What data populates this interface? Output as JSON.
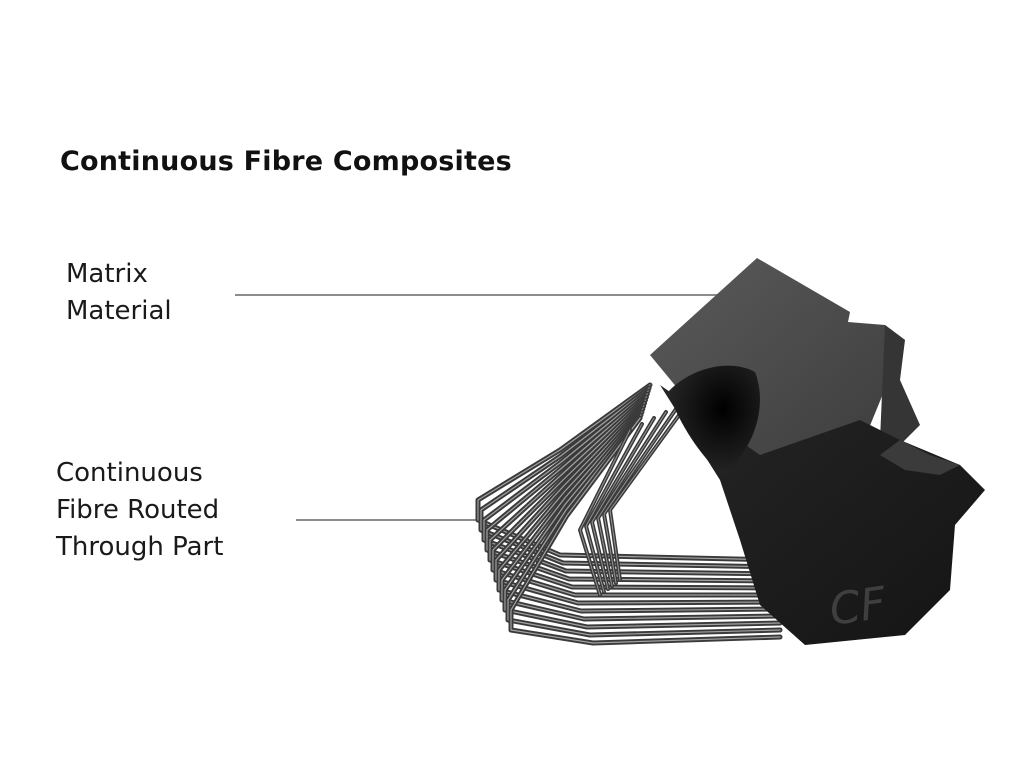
{
  "title": "Continuous Fibre Composites",
  "labels": {
    "matrix": [
      "Matrix",
      "Material"
    ],
    "fibre": [
      "Continuous",
      "Fibre Routed",
      "Through Part"
    ]
  },
  "watermark": "CF",
  "colors": {
    "leader": "#8c8c8c",
    "block_front": "#1b1b1b",
    "block_top": "#4a4a4a",
    "block_side": "#2b2b2b",
    "fibre": "#3a3a3a",
    "fibre_highlight": "#cfcfcf"
  }
}
